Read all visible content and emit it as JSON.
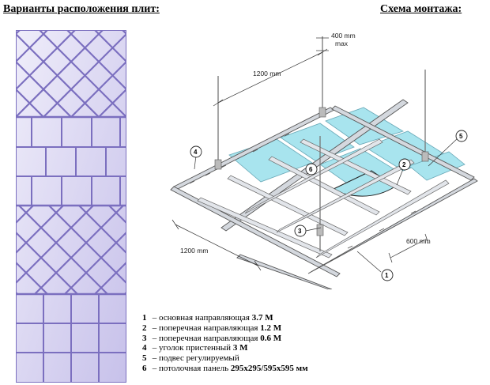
{
  "titles": {
    "left": "Варианты расположения плит:",
    "right": "Схема монтажа:"
  },
  "dimensions": {
    "top_gap": "400 mm",
    "top_gap_sub": "max",
    "top_span": "1200 mm",
    "left_span": "1200 mm",
    "right_span": "600 mm"
  },
  "callouts": [
    "1",
    "2",
    "3",
    "4",
    "5",
    "6"
  ],
  "legend": [
    {
      "num": "1",
      "text": "основная направляющая",
      "value": "3.7 М"
    },
    {
      "num": "2",
      "text": "поперечная направляющая",
      "value": "1.2 М"
    },
    {
      "num": "3",
      "text": "поперечная направляющая",
      "value": "0.6 М"
    },
    {
      "num": "4",
      "text": "уголок пристенный",
      "value": "3 М"
    },
    {
      "num": "5",
      "text": "подвес регулируемый",
      "value": ""
    },
    {
      "num": "6",
      "text": "потолочная панель",
      "value": "295х295/595х595 мм"
    }
  ],
  "colors": {
    "tile_fill": "#d6d2ef",
    "tile_line": "#7b6fbf",
    "panel_fill": "#a8e4ee",
    "grid_metal": "#c9cdd3"
  }
}
